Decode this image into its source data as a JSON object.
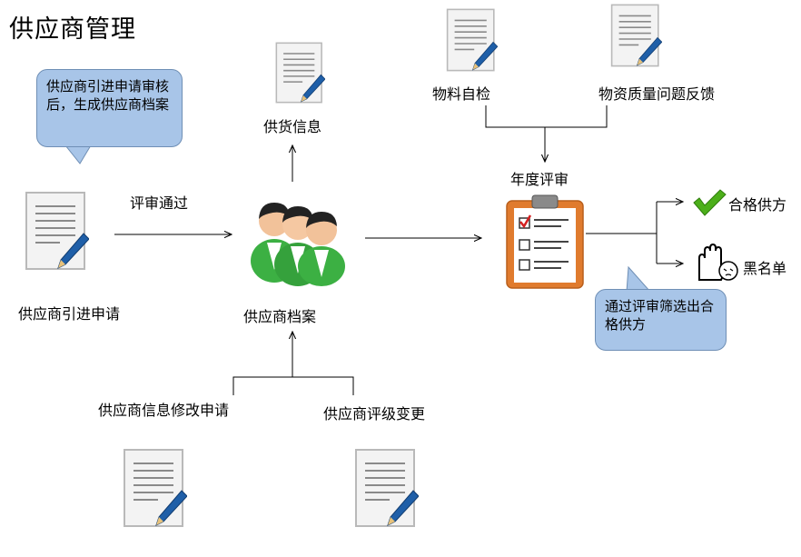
{
  "title": "供应商管理",
  "nodes": {
    "intro_application": "供应商引进申请",
    "supply_info": "供货信息",
    "supplier_file": "供应商档案",
    "material_self_check": "物料自检",
    "quality_feedback": "物资质量问题反馈",
    "annual_review": "年度评审",
    "qualified_supplier": "合格供方",
    "blacklist": "黑名单",
    "info_change_application": "供应商信息修改申请",
    "rating_change": "供应商评级变更"
  },
  "edge_labels": {
    "review_passed": "评审通过"
  },
  "callouts": {
    "intro_note": "供应商引进申请审核后，生成供应商档案",
    "review_note": "通过评审筛选出合格供方"
  },
  "colors": {
    "callout_fill": "#a8c5e8",
    "people_green": "#3cb043",
    "check_green": "#4caf1a",
    "clipboard_orange": "#e07b2e"
  },
  "icons": {
    "document": "document-pen-icon",
    "people": "people-group-icon",
    "clipboard": "clipboard-checklist-icon",
    "check": "checkmark-icon",
    "stop_hand": "stop-hand-icon"
  }
}
